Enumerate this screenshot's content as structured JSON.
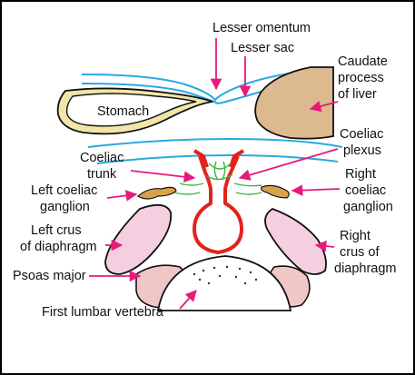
{
  "labels": {
    "lesser_omentum": "Lesser omentum",
    "lesser_sac": "Lesser sac",
    "stomach": "Stomach",
    "caudate_1": "Caudate",
    "caudate_2": "process",
    "caudate_3": "of liver",
    "coeliac_trunk_1": "Coeliac",
    "coeliac_trunk_2": "trunk",
    "coeliac_plexus_1": "Coeliac",
    "coeliac_plexus_2": "plexus",
    "left_ganglion_1": "Left coeliac",
    "left_ganglion_2": "ganglion",
    "right_ganglion_1": "Right",
    "right_ganglion_2": "coeliac",
    "right_ganglion_3": "ganglion",
    "left_crus_1": "Left crus",
    "left_crus_2": "of diaphragm",
    "right_crus_1": "Right",
    "right_crus_2": "crus of",
    "right_crus_3": "diaphragm",
    "psoas": "Psoas major",
    "vertebra": "First lumbar vertebra"
  },
  "colors": {
    "arrow": "#e8197a",
    "peritoneum": "#29a9e0",
    "artery": "#e2231a",
    "nerve": "#3cb43c",
    "ganglion": "#d9a24a",
    "crus_fill": "#f5cfe0",
    "liver_fill": "#dcb98e",
    "stomach_wall": "#f1e6a8",
    "psoas_fill": "#f0c6c6",
    "outline": "#111111"
  },
  "icons": {
    "arrow": "arrow-icon"
  }
}
